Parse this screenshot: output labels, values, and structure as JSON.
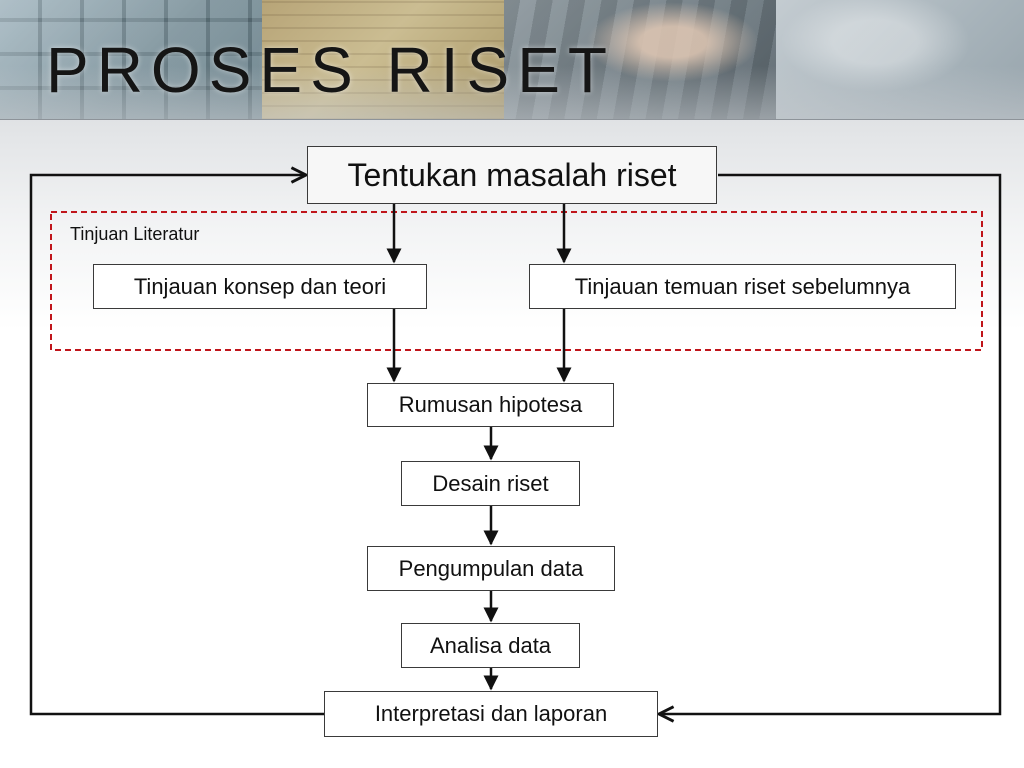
{
  "page": {
    "title": "PROSES RISET"
  },
  "diagram": {
    "group_label": "Tinjuan Literatur",
    "nodes": {
      "masalah": "Tentukan masalah riset",
      "konsep": "Tinjauan konsep dan teori",
      "temuan": "Tinjauan temuan riset sebelumnya",
      "hipotesa": "Rumusan hipotesa",
      "desain": "Desain riset",
      "pengumpulan": "Pengumpulan data",
      "analisa": "Analisa data",
      "interpretasi": "Interpretasi dan laporan"
    }
  },
  "colors": {
    "group_border": "#c0151b",
    "connector": "#111111",
    "box_border": "#3a3a3a"
  }
}
